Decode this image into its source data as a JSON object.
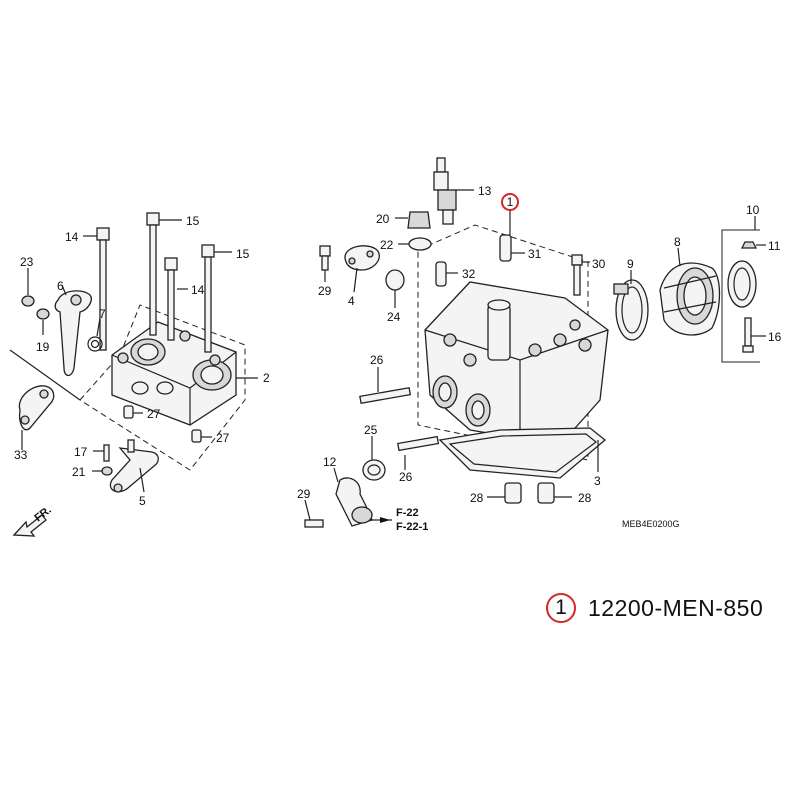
{
  "labels": {
    "c1": "1",
    "c2": "2",
    "c3": "3",
    "c4": "4",
    "c5": "5",
    "c6": "6",
    "c7": "7",
    "c8": "8",
    "c9": "9",
    "c10": "10",
    "c11": "11",
    "c12": "12",
    "c13": "13",
    "c14a": "14",
    "c14b": "14",
    "c15a": "15",
    "c15b": "15",
    "c16": "16",
    "c17": "17",
    "c19": "19",
    "c20": "20",
    "c21": "21",
    "c22": "22",
    "c23": "23",
    "c24": "24",
    "c25": "25",
    "c26a": "26",
    "c26b": "26",
    "c27a": "27",
    "c27b": "27",
    "c28a": "28",
    "c28b": "28",
    "c29a": "29",
    "c29b": "29",
    "c30": "30",
    "c31": "31",
    "c32": "32",
    "c33": "33"
  },
  "refs": {
    "f22": "F-22",
    "f221": "F-22-1",
    "front": "FR."
  },
  "diagram_code": "MEB4E0200G",
  "legend": {
    "number": "1",
    "part_number": "12200-MEN-850",
    "highlight_color": "#d6262b"
  }
}
